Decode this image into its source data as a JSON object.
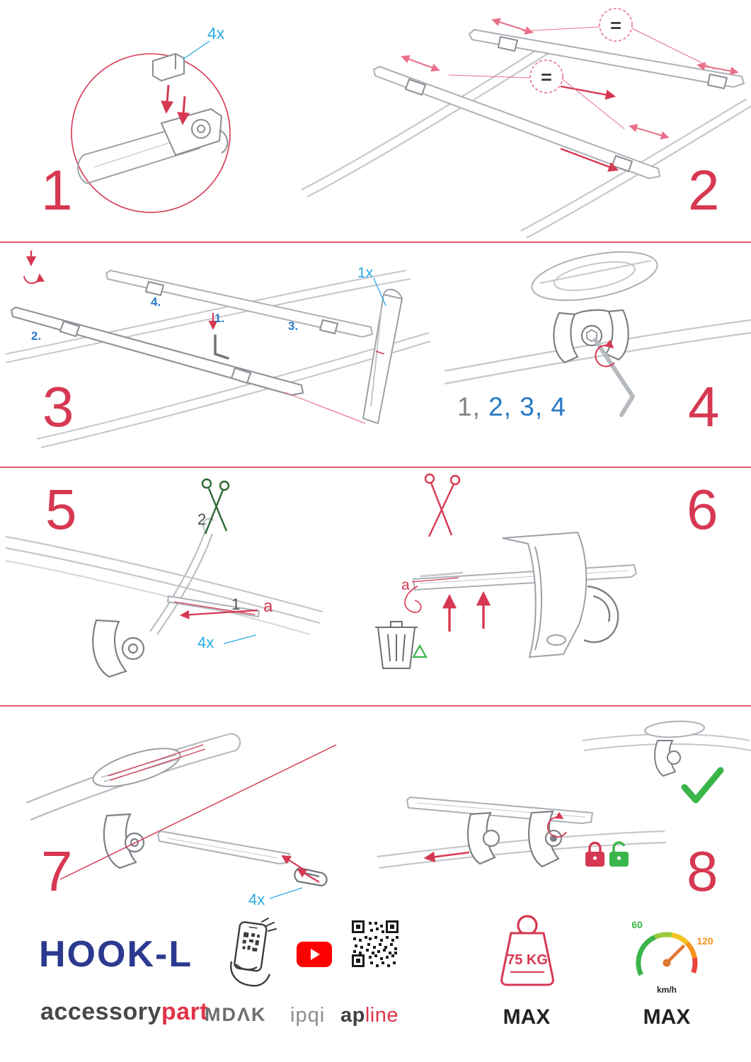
{
  "document": {
    "product": "HOOK-L",
    "kind": "roof-bar assembly instructions"
  },
  "colors": {
    "step_number_red": "#d63852",
    "dimension_pink": "#e8708a",
    "qty_cyan": "#29abe2",
    "sequence_blue": "#2779c4",
    "brand_navy": "#2b3990",
    "brand_red": "#e03448",
    "ok_green": "#3ab54a",
    "youtube_red": "#ff0000"
  },
  "steps": {
    "one": {
      "num": "1",
      "qty": "4x"
    },
    "two": {
      "num": "2",
      "eq1": "=",
      "eq2": "="
    },
    "three": {
      "num": "3",
      "qty": "1x",
      "sub": [
        "1.",
        "2.",
        "3.",
        "4."
      ]
    },
    "four": {
      "num": "4",
      "seq_done": "1,",
      "seq_rest": " 2, 3, 4"
    },
    "five": {
      "num": "5",
      "mark_scissors": "2",
      "mark_strap": "1",
      "strap_label": "a",
      "qty": "4x"
    },
    "six": {
      "num": "6",
      "strap_label": "a"
    },
    "seven": {
      "num": "7",
      "qty": "4x"
    },
    "eight": {
      "num": "8"
    }
  },
  "footer": {
    "product": "HOOK-L",
    "brand": {
      "left": "accessory",
      "right": "part"
    },
    "logos": {
      "mdak": "MDΛK",
      "ipqi": "ipqi",
      "apline_left": "ap",
      "apline_right": "line"
    },
    "weight": {
      "value": "75 KG",
      "max": "MAX"
    },
    "speed": {
      "low": "60",
      "high": "120",
      "unit": "km/h",
      "max": "MAX"
    }
  },
  "icons": {
    "magnifier-circle": "detail-zoom-circle",
    "scissors": "✂",
    "trash-bin": "waste-bin with recycle mark",
    "recycle": "♻",
    "check": "✓",
    "lock-closed": "red locked padlock",
    "lock-open": "green open padlock",
    "youtube": "▶",
    "qr-code": "qr code",
    "phone-scan": "hand holding phone scanning qr",
    "weight-max": "max load weight",
    "speed-gauge": "max speed gauge"
  }
}
